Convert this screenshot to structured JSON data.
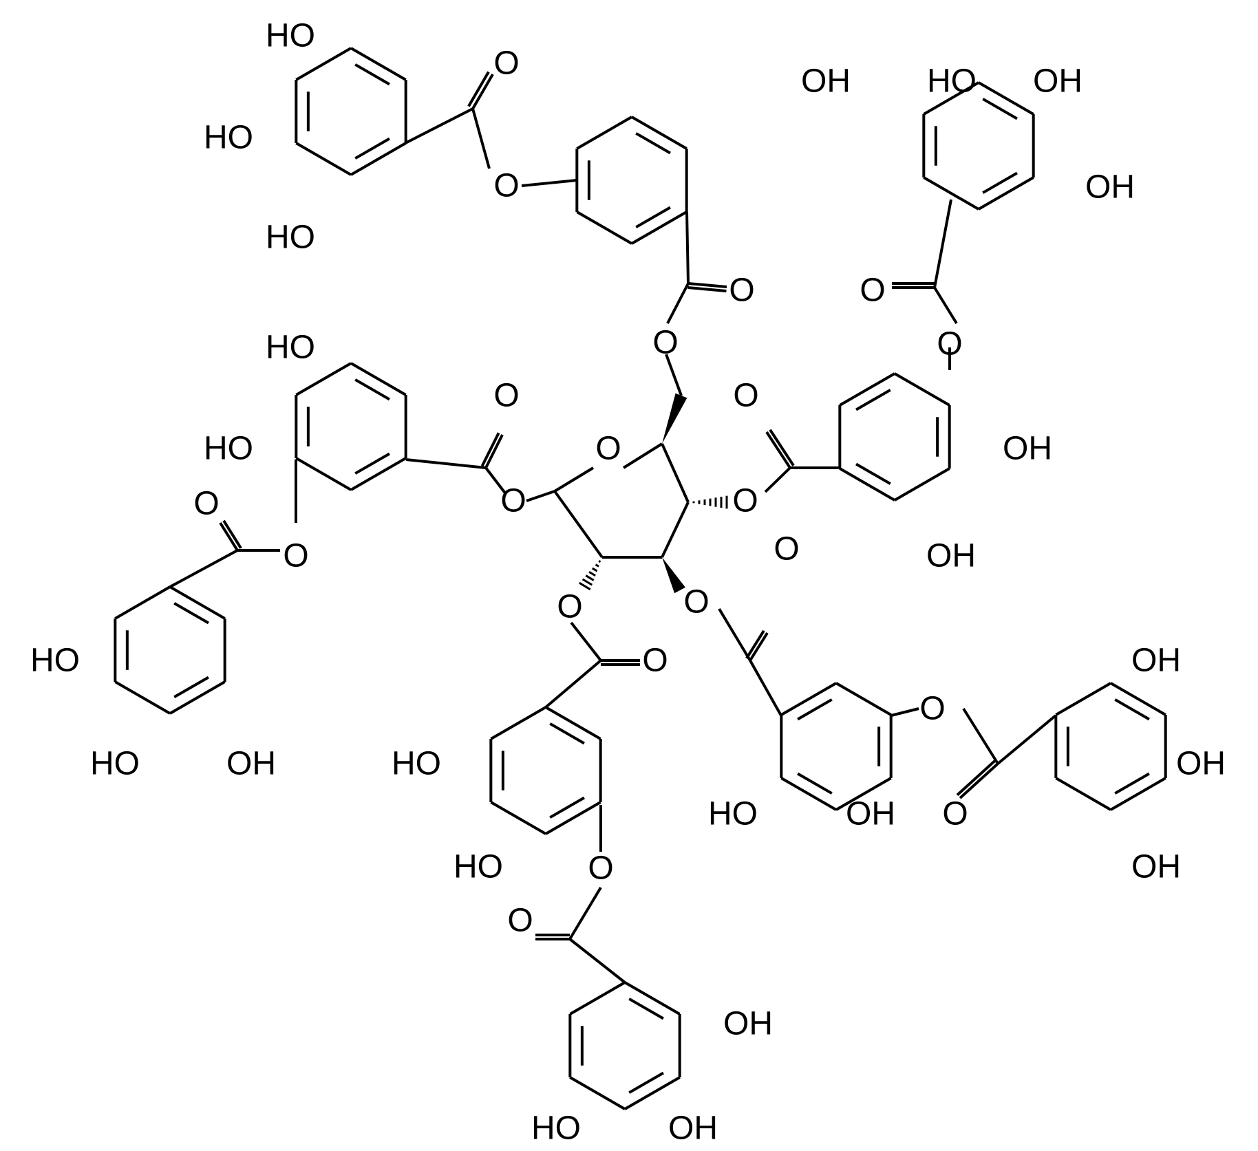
{
  "diagram": {
    "labels": {
      "oh": "OH",
      "ho": "HO",
      "o": "O"
    },
    "colors": {
      "ink": "#000000",
      "background": "#ffffff"
    }
  }
}
